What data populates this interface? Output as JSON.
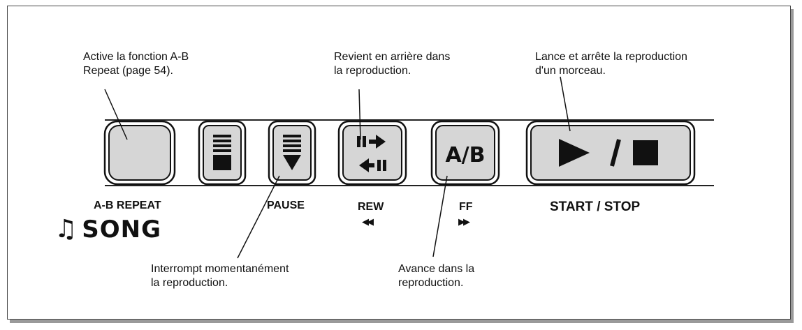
{
  "callouts": {
    "ab_repeat": "Active la fonction A-B\nRepeat (page 54).",
    "rew": "Revient en arrière dans\nla reproduction.",
    "start_stop": "Lance et arrête la reproduction\nd'un morceau.",
    "pause": "Interrompt momentanément\nla reproduction.",
    "ff": "Avance dans la\nreproduction."
  },
  "labels": {
    "ab_repeat": "A-B REPEAT",
    "pause": "PAUSE",
    "rew": "REW",
    "rew_symbol": "◀◀",
    "ff": "FF",
    "ff_symbol": "▶▶",
    "start_stop": "START / STOP",
    "song": "SONG",
    "song_icon": "♫"
  },
  "buttons": {
    "ab_face": "A/B",
    "start_stop_face": "▶ / ■"
  }
}
